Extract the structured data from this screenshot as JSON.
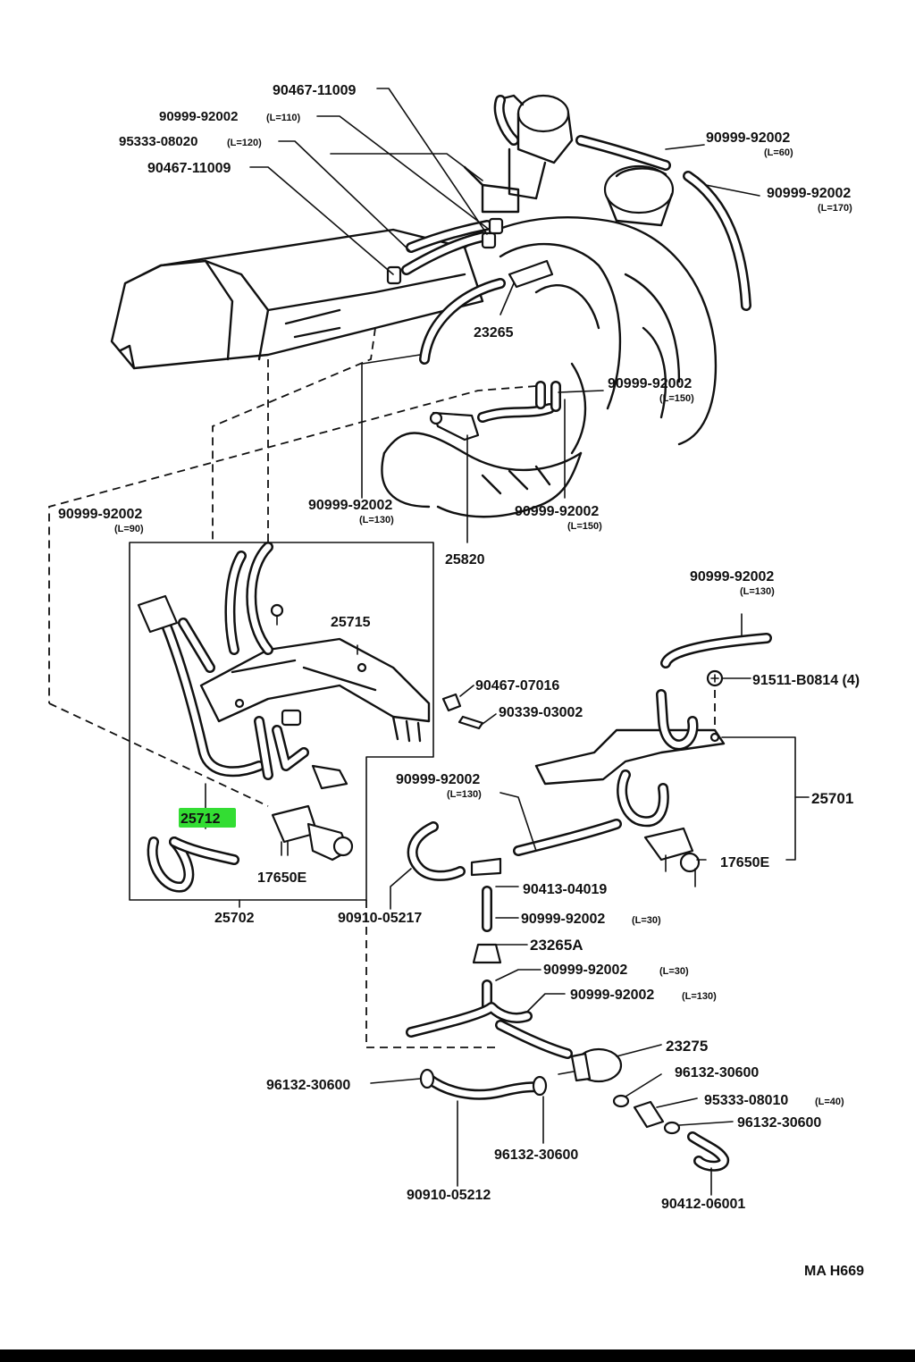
{
  "diagram": {
    "highlight_color": "#33dd33",
    "ink_color": "#111111",
    "labels": {
      "p90467_11009_top": "90467-11009",
      "p90999_92002_l110": "90999-92002",
      "p90999_92002_l110_len": "(L=110)",
      "p95333_08020": "95333-08020",
      "p95333_08020_len": "(L=120)",
      "p90467_11009_2": "90467-11009",
      "p90999_92002_l60": "90999-92002",
      "p90999_92002_l60_len": "(L=60)",
      "p90999_92002_l170": "90999-92002",
      "p90999_92002_l170_len": "(L=170)",
      "p23265": "23265",
      "p90999_92002_l150a": "90999-92002",
      "p90999_92002_l150a_len": "(L=150)",
      "p90999_92002_l90": "90999-92002",
      "p90999_92002_l90_len": "(L=90)",
      "p90999_92002_l130a": "90999-92002",
      "p90999_92002_l130a_len": "(L=130)",
      "p90999_92002_l150b": "90999-92002",
      "p90999_92002_l150b_len": "(L=150)",
      "p25820": "25820",
      "p90999_92002_l130b": "90999-92002",
      "p90999_92002_l130b_len": "(L=130)",
      "p25715": "25715",
      "p91511_b0814": "91511-B0814 (4)",
      "p90467_07016": "90467-07016",
      "p90339_03002": "90339-03002",
      "p90999_92002_l130c": "90999-92002",
      "p90999_92002_l130c_len": "(L=130)",
      "p25701": "25701",
      "p25712": "25712",
      "p17650e_left": "17650E",
      "p17650e_right": "17650E",
      "p90413_04019": "90413-04019",
      "p25702": "25702",
      "p90910_05217": "90910-05217",
      "p90999_92002_l30a": "90999-92002",
      "p90999_92002_l30a_len": "(L=30)",
      "p23265a": "23265A",
      "p90999_92002_l30b": "90999-92002",
      "p90999_92002_l30b_len": "(L=30)",
      "p90999_92002_l130d": "90999-92002",
      "p90999_92002_l130d_len": "(L=130)",
      "p23275": "23275",
      "p96132_30600_left": "96132-30600",
      "p96132_30600_r1": "96132-30600",
      "p95333_08010": "95333-08010",
      "p95333_08010_len": "(L=40)",
      "p96132_30600_r2": "96132-30600",
      "p96132_30600_mid": "96132-30600",
      "p90910_05212": "90910-05212",
      "p90412_06001": "90412-06001",
      "code": "MA  H669"
    }
  }
}
